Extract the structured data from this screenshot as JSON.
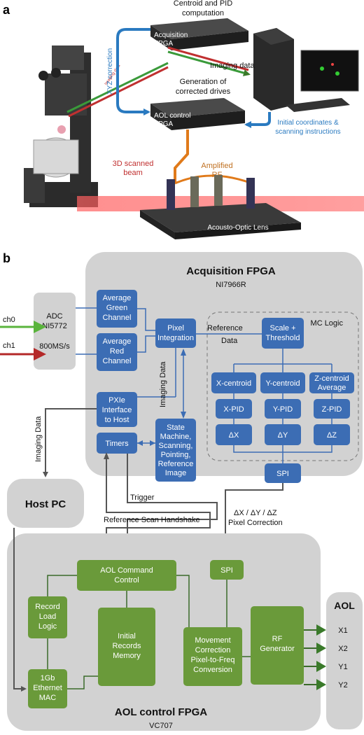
{
  "panel_a": {
    "label": "a",
    "centroid_title": [
      "Centroid and PID",
      "computation"
    ],
    "acq_fpga": [
      "Acquisition",
      "FPGA"
    ],
    "imaging_data": "Imaging data",
    "xyz_correction": "XYZ correction",
    "generation_title": [
      "Generation of",
      "corrected drives"
    ],
    "aol_ctrl_fpga": [
      "AOL control",
      "FPGA"
    ],
    "initial_coords": [
      "Initial coordinates &",
      "scanning instructions"
    ],
    "scanned_beam": [
      "3D scanned",
      "beam"
    ],
    "amplified_rf": [
      "Amplified",
      "RF"
    ],
    "aol_caption": "Acousto-Optic Lens"
  },
  "panel_b": {
    "label": "b",
    "acq_title": "Acquisition FPGA",
    "acq_sub": "NI7966R",
    "ch0": "ch0",
    "ch1": "ch1",
    "adc": [
      "ADC",
      "NI5772",
      "",
      "800MS/s"
    ],
    "avg_green": [
      "Average",
      "Green",
      "Channel"
    ],
    "avg_red": [
      "Average",
      "Red",
      "Channel"
    ],
    "pixel_integration": [
      "Pixel",
      "Integration"
    ],
    "reference_data": [
      "Reference",
      "Data"
    ],
    "mc_logic": "MC Logic",
    "scale_threshold": [
      "Scale +",
      "Threshold"
    ],
    "imaging_data_vert": "Imaging Data",
    "pxie": [
      "PXIe",
      "Interface",
      "to Host"
    ],
    "x_centroid": "X-centroid",
    "y_centroid": "Y-centroid",
    "z_centroid": [
      "Z-centroid",
      "Average"
    ],
    "x_pid": "X-PID",
    "y_pid": "Y-PID",
    "z_pid": "Z-PID",
    "dx": "ΔX",
    "dy": "ΔY",
    "dz": "ΔZ",
    "timers": "Timers",
    "state_machine": [
      "State",
      "Machine,",
      "Scanning,",
      "Pointing,",
      "Reference",
      "Image"
    ],
    "spi_top": "SPI",
    "imaging_data_left": "Imaging Data",
    "host_pc": "Host PC",
    "trigger": "Trigger",
    "ref_scan_handshake": "Reference Scan Handshake",
    "pixel_correction": [
      "ΔX / ΔY / ΔZ",
      "Pixel Correction"
    ],
    "aol_cmd": [
      "AOL Command",
      "Control"
    ],
    "spi_bottom": "SPI",
    "record_load": [
      "Record",
      "Load",
      "Logic"
    ],
    "initial_records": [
      "Initial",
      "Records",
      "Memory"
    ],
    "movement_corr": [
      "Movement",
      "Correction",
      "Pixel-to-Freq",
      "Conversion"
    ],
    "rf_gen": [
      "RF",
      "Generator"
    ],
    "ethernet": [
      "1Gb",
      "Ethernet",
      "MAC"
    ],
    "aol_title": "AOL",
    "outputs": [
      "X1",
      "X2",
      "Y1",
      "Y2"
    ],
    "aol_ctrl_title": "AOL control FPGA",
    "aol_ctrl_sub": "VC707"
  },
  "colors": {
    "blue_box": "#3c6db4",
    "green_box": "#6a9a3a",
    "grey_panel": "#d2d2d2",
    "ch0_arrow": "#5ab43c",
    "ch1_arrow": "#b42828",
    "xyz_blue": "#2a7ac0",
    "amplified_orange": "#e07a1a"
  }
}
